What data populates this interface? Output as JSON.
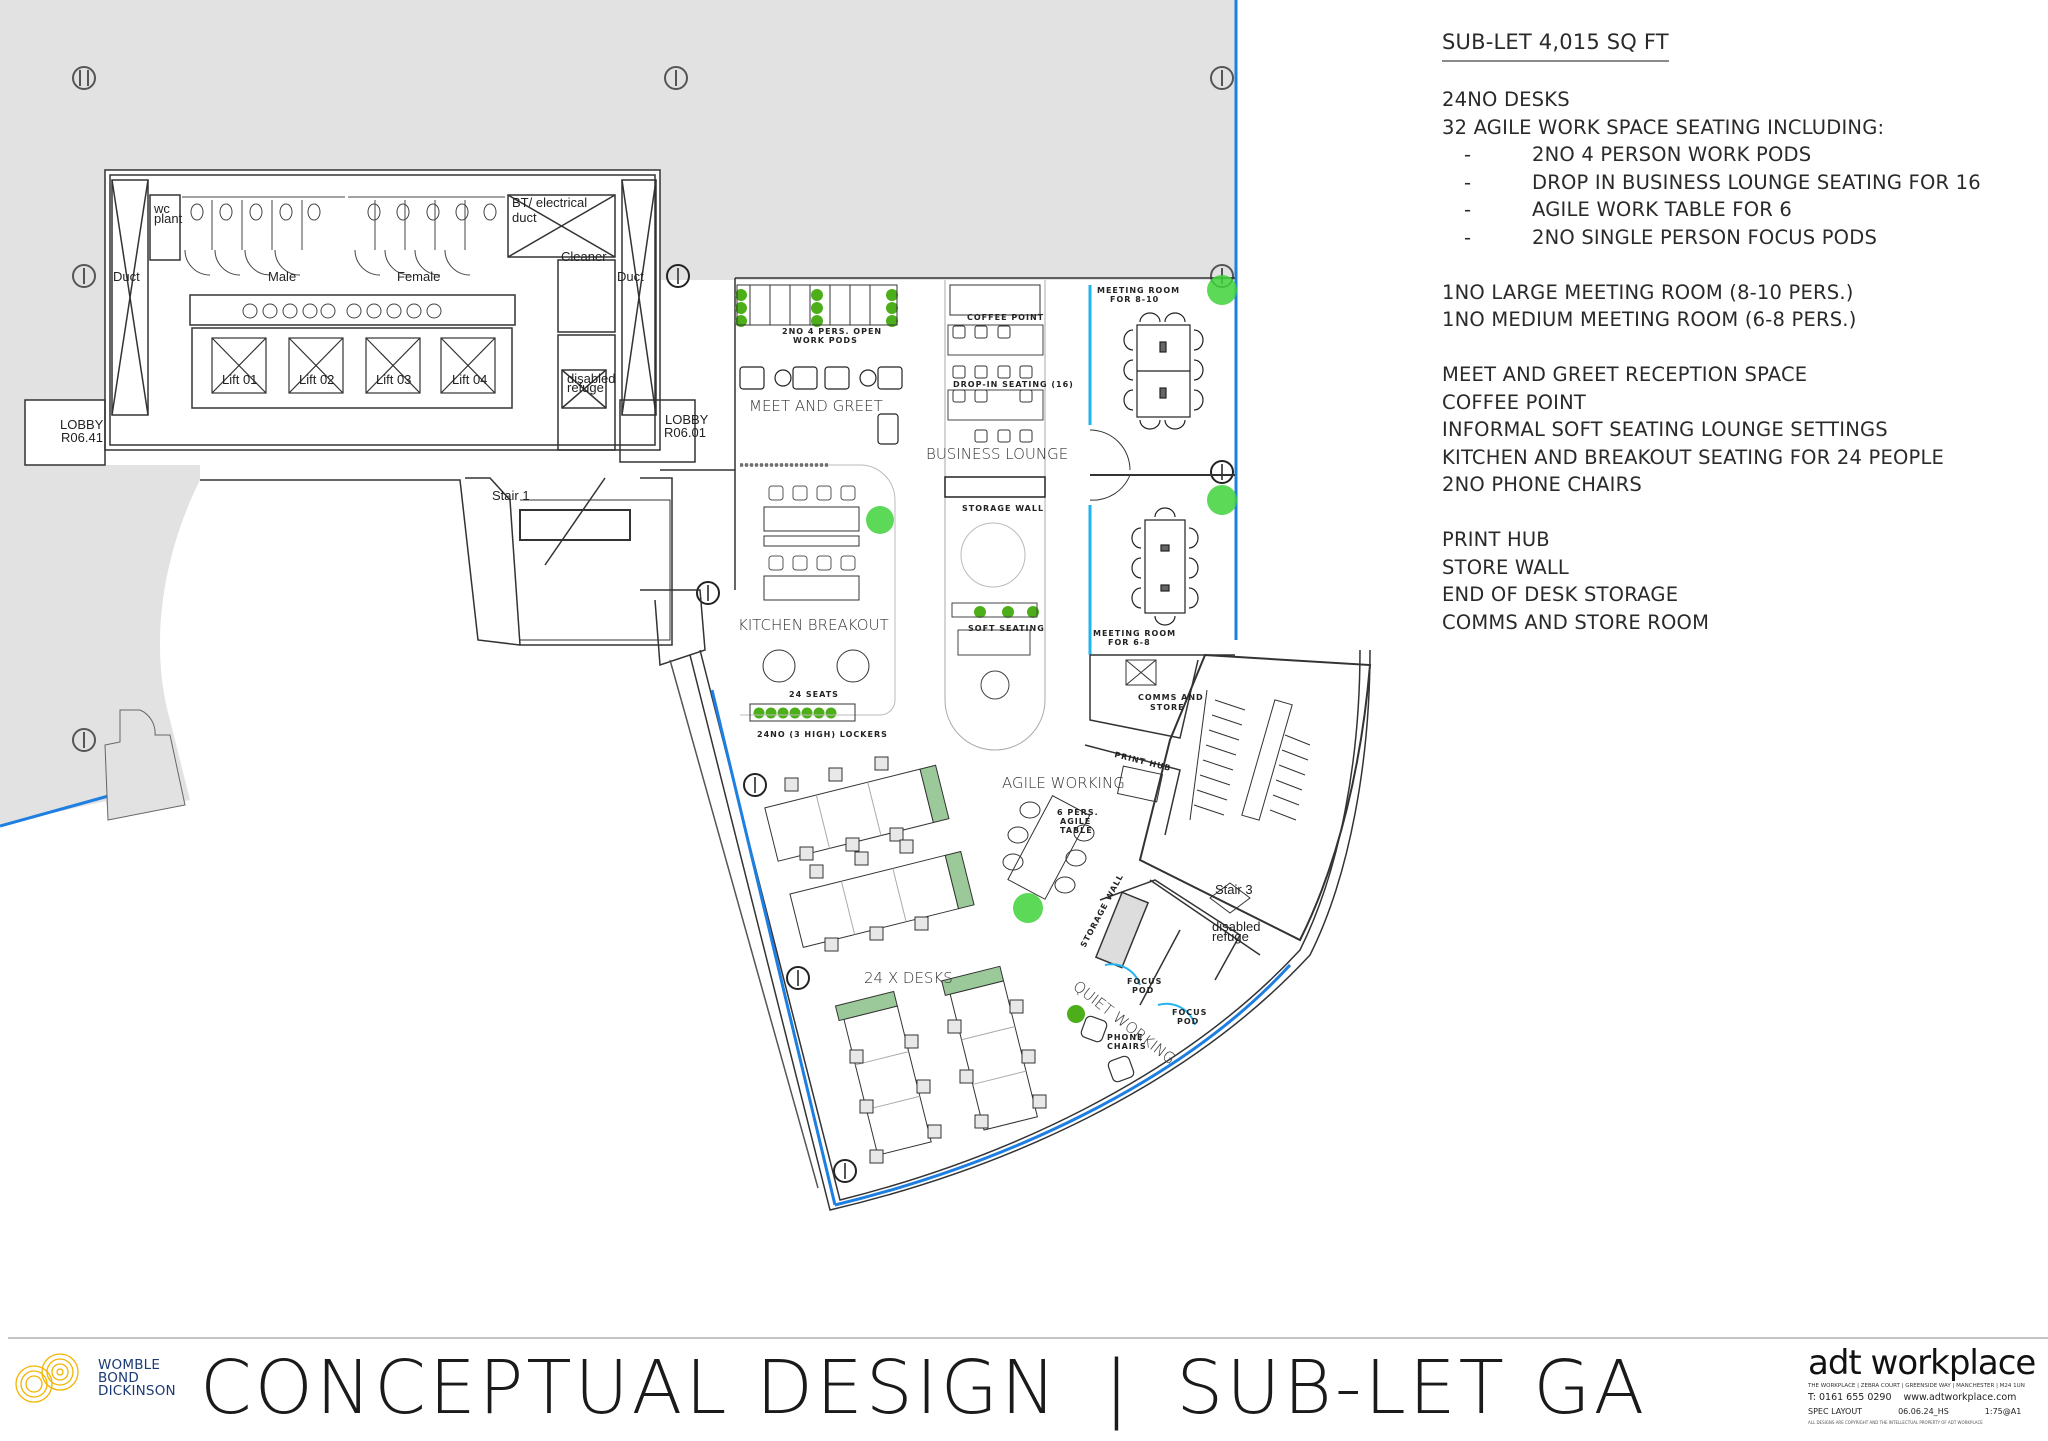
{
  "specs": {
    "title": "SUB-LET 4,015 SQ FT",
    "groups": [
      {
        "lines": [
          "24NO DESKS",
          "32 AGILE WORK SPACE SEATING INCLUDING:"
        ],
        "bullets": [
          "2NO 4 PERSON WORK PODS",
          "DROP IN BUSINESS LOUNGE SEATING FOR 16",
          "AGILE WORK TABLE FOR 6",
          "2NO SINGLE PERSON FOCUS PODS"
        ]
      },
      {
        "lines": [
          "1NO LARGE MEETING ROOM (8-10 PERS.)",
          "1NO MEDIUM MEETING ROOM (6-8 PERS.)"
        ]
      },
      {
        "lines": [
          "MEET AND GREET RECEPTION SPACE",
          "COFFEE POINT",
          "INFORMAL SOFT SEATING LOUNGE SETTINGS",
          "KITCHEN AND BREAKOUT SEATING FOR 24 PEOPLE",
          "2NO PHONE CHAIRS"
        ]
      },
      {
        "lines": [
          "PRINT HUB",
          "STORE WALL",
          "END OF DESK STORAGE",
          "COMMS AND STORE ROOM"
        ]
      }
    ],
    "bullet_dash": "-"
  },
  "plan": {
    "core": {
      "duct_left": "Duct",
      "duct_right": "Duct",
      "wc_plant": [
        "wc",
        "plant"
      ],
      "male": "Male",
      "female": "Female",
      "bt_electrical": [
        "BT/ electrical",
        "duct"
      ],
      "cleaner": "Cleaner",
      "lifts": [
        "Lift 01",
        "Lift 02",
        "Lift 03",
        "Lift 04"
      ],
      "disabled_refuge": [
        "disabled",
        "refuge"
      ],
      "lobby_left": [
        "LOBBY",
        "R06.41"
      ],
      "lobby_right": [
        "LOBBY",
        "R06.01"
      ],
      "stair1": "Stair 1",
      "stair3": "Stair 3",
      "disabled_refuge_2": [
        "disabled",
        "refuge"
      ]
    },
    "zones": {
      "work_pods": [
        "2NO 4 PERS. OPEN",
        "WORK PODS"
      ],
      "meet_greet": "MEET AND GREET",
      "coffee_point": "COFFEE POINT",
      "drop_in": "DROP-IN SEATING (16)",
      "business_lounge": "BUSINESS LOUNGE",
      "storage_wall": "STORAGE WALL",
      "soft_seating": "SOFT SEATING",
      "kitchen_breakout": "KITCHEN BREAKOUT",
      "seats_24": "24 SEATS",
      "lockers": "24NO (3 HIGH) LOCKERS",
      "meeting_large": [
        "MEETING ROOM",
        "FOR 8-10"
      ],
      "meeting_medium": [
        "MEETING ROOM",
        "FOR 6-8"
      ],
      "comms_store": [
        "COMMS AND",
        "STORE"
      ],
      "print_hub": "PRINT HUB",
      "agile_working": "AGILE WORKING",
      "agile_table": [
        "6 PERS.",
        "AGILE",
        "TABLE"
      ],
      "desks": "24 X DESKS",
      "storage_wall_2": "STORAGE WALL",
      "quiet_working": "QUIET WORKING",
      "focus_pod_1": [
        "FOCUS",
        "POD"
      ],
      "focus_pod_2": [
        "FOCUS",
        "POD"
      ],
      "phone_chairs": [
        "PHONE",
        "CHAIRS"
      ]
    }
  },
  "footer": {
    "client_logo": [
      "WOMBLE",
      "BOND",
      "DICKINSON"
    ],
    "title_left": "CONCEPTUAL DESIGN",
    "separator": "|",
    "title_right": "SUB-LET GA",
    "studio": {
      "logo": "adt workplace",
      "address": "THE WORKPLACE | ZEBRA COURT | GREENSIDE WAY | MANCHESTER | M24 1UN",
      "phone": "T: 0161 655 0290",
      "website": "www.adtworkplace.com",
      "drawing": "SPEC LAYOUT",
      "revision": "06.06.24_HS",
      "scale": "1:75@A1",
      "copyright": "ALL DESIGNS ARE COPYRIGHT AND THE INTELLECTUAL PROPERTY OF ADT WORKPLACE"
    }
  },
  "colors": {
    "grey_fill": "#e2e2e2",
    "glazing_blue": "#1e7fe0",
    "partition_cyan": "#22b4ee",
    "plant_green": "#4caf1a",
    "plant_light": "#3fd23a",
    "logo_gold": "#f2b400",
    "logo_navy": "#1b3a73"
  }
}
